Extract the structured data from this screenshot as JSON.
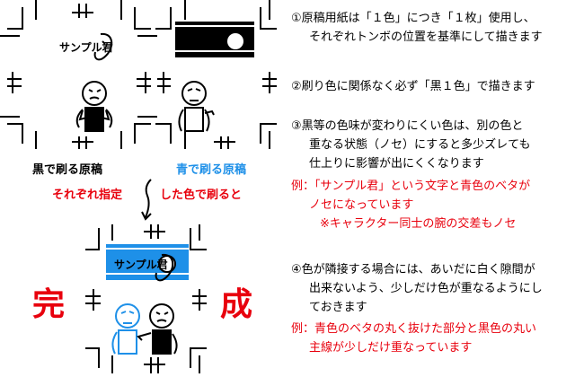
{
  "labels": {
    "black_plate": "黒で刷る原稿",
    "blue_plate": "青で刷る原稿",
    "instruction": "それぞれ指定した色で刷ると",
    "instruction_left": "それぞれ指定",
    "instruction_right": "した色で刷ると",
    "sample_logo": "サンプル君",
    "complete_1": "完",
    "complete_2": "成"
  },
  "colors": {
    "blue": "#1e90e8",
    "red": "#e8000d",
    "black": "#000000"
  },
  "notes": {
    "n1_line1": "①原稿用紙は「１色」につき「１枚」使用し、",
    "n1_line2": "それぞれトンボの位置を基準にして描きます",
    "n2_line1": "②刷り色に関係なく必ず「黒１色」で描きます",
    "n3_line1": "③黒等の色味が変わりにくい色は、別の色と",
    "n3_line2": "重なる状態（ノセ）にすると多少ズレても",
    "n3_line3": "仕上りに影響が出にくくなります",
    "ex1_line1": "例：「サンプル君」という文字と青色のベタが",
    "ex1_line2": "ノセになっています",
    "ex1_line3": "※キャラクター同士の腕の交差もノセ",
    "n4_line1": "④色が隣接する場合には、あいだに白く隙間が",
    "n4_line2": "出来ないよう、少しだけ色が重なるようにし",
    "n4_line3": "ておきます",
    "ex2_line1": "例：青色のベタの丸く抜けた部分と黒色の丸い",
    "ex2_line2": "主線が少しだけ重なっています"
  }
}
